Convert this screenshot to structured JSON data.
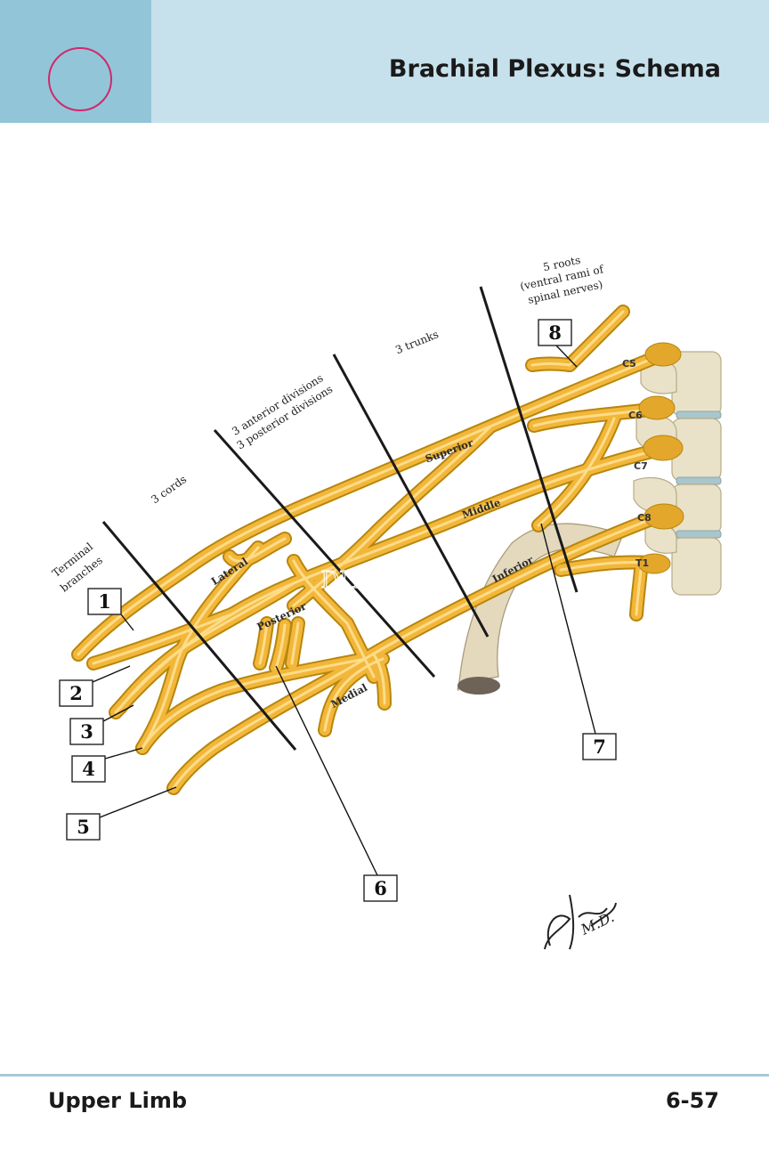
{
  "header": {
    "title": "Brachial Plexus: Schema"
  },
  "footer": {
    "section": "Upper Limb",
    "page_number": "6-57"
  },
  "section_labels": {
    "roots_line1": "5 roots",
    "roots_line2": "(ventral rami of",
    "roots_line3": "spinal nerves)",
    "trunks": "3 trunks",
    "divisions_line1": "3 anterior divisions",
    "divisions_line2": "3 posterior divisions",
    "cords": "3 cords",
    "terminal_line1": "Terminal",
    "terminal_line2": "branches"
  },
  "nerve_labels": {
    "superior": "Superior",
    "middle": "Middle",
    "inferior": "Inferior",
    "lateral": "Lateral",
    "posterior": "Posterior",
    "medial": "Medial"
  },
  "root_labels": [
    "C5",
    "C6",
    "C7",
    "C8",
    "T1"
  ],
  "callouts": [
    "1",
    "2",
    "3",
    "4",
    "5",
    "6",
    "7",
    "8"
  ],
  "watermark": "DIYE.COM",
  "signature": "F. Netter M.D.",
  "colors": {
    "header_bg": "#c6e1ec",
    "header_tab": "#93c5d8",
    "header_circle": "#d0286c",
    "nerve": "#f2b73a",
    "footer_rule": "#a8c8d8"
  }
}
